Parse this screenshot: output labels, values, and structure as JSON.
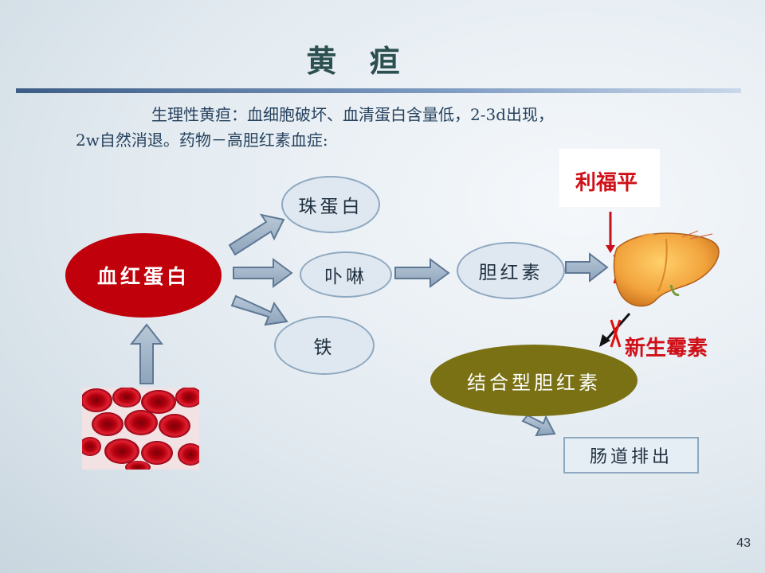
{
  "slide": {
    "title": "黄 疸",
    "paragraph_line1": "生理性黄疸：血细胞破坏、血清蛋白含量低，2-3d出现，",
    "paragraph_line2": "2w自然消退。药物－高胆红素血症:",
    "page_number": "43"
  },
  "nodes": {
    "hemoglobin": "血红蛋白",
    "globin": "珠蛋白",
    "porphyrin": "卟啉",
    "iron": "铁",
    "bilirubin": "胆红素",
    "conjugated_bilirubin": "结合型胆红素",
    "intestinal_excretion": "肠道排出"
  },
  "drugs": {
    "rifampin": "利福平",
    "novobiocin": "新生霉素"
  },
  "colors": {
    "hemoglobin_fill": "#c0000a",
    "conjugated_fill": "#7a7114",
    "drug_text": "#d01018",
    "node_fill": "#dfe8f0"
  },
  "icons": {
    "liver": "liver-icon",
    "blood_cells": "red-blood-cells-image"
  }
}
